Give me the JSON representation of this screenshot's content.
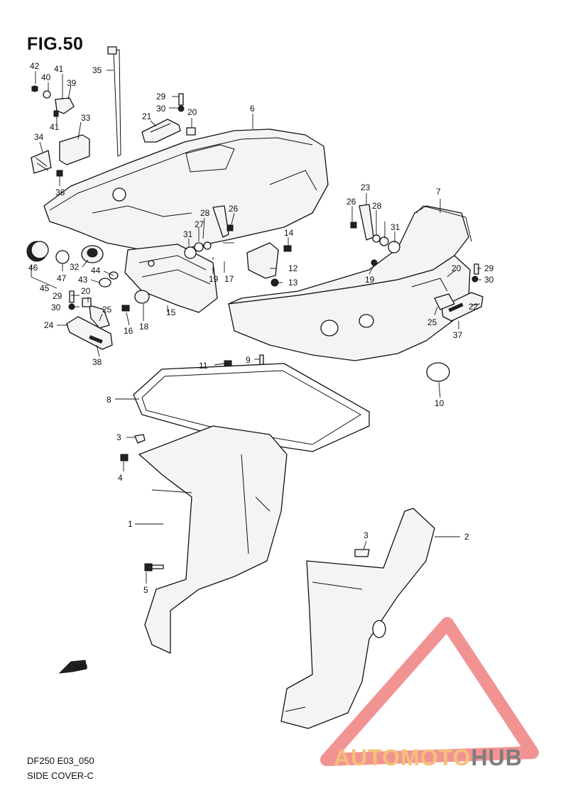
{
  "figure": {
    "title": "FIG.50",
    "code": "DF250 E03_050",
    "name": "SIDE COVER-C"
  },
  "direction_marker": "FWD",
  "watermark": {
    "part1": "AUTO",
    "part2": "MOTO",
    "part3": "HUB",
    "color_triangle": "#f08080",
    "color_text_light": "#f4c07a",
    "color_text_dark": "#7d7d7d"
  },
  "callouts": [
    "42",
    "40",
    "41",
    "39",
    "35",
    "29",
    "30",
    "21",
    "20",
    "6",
    "33",
    "34",
    "41",
    "36",
    "23",
    "28",
    "27",
    "26",
    "31",
    "7",
    "28",
    "26",
    "31",
    "14",
    "12",
    "13",
    "46",
    "32",
    "44",
    "47",
    "43",
    "45",
    "29",
    "30",
    "20",
    "25",
    "24",
    "38",
    "16",
    "18",
    "15",
    "19",
    "17",
    "19",
    "20",
    "29",
    "30",
    "25",
    "37",
    "22",
    "11",
    "9",
    "8",
    "10",
    "3",
    "4",
    "1",
    "3",
    "2",
    "5"
  ]
}
